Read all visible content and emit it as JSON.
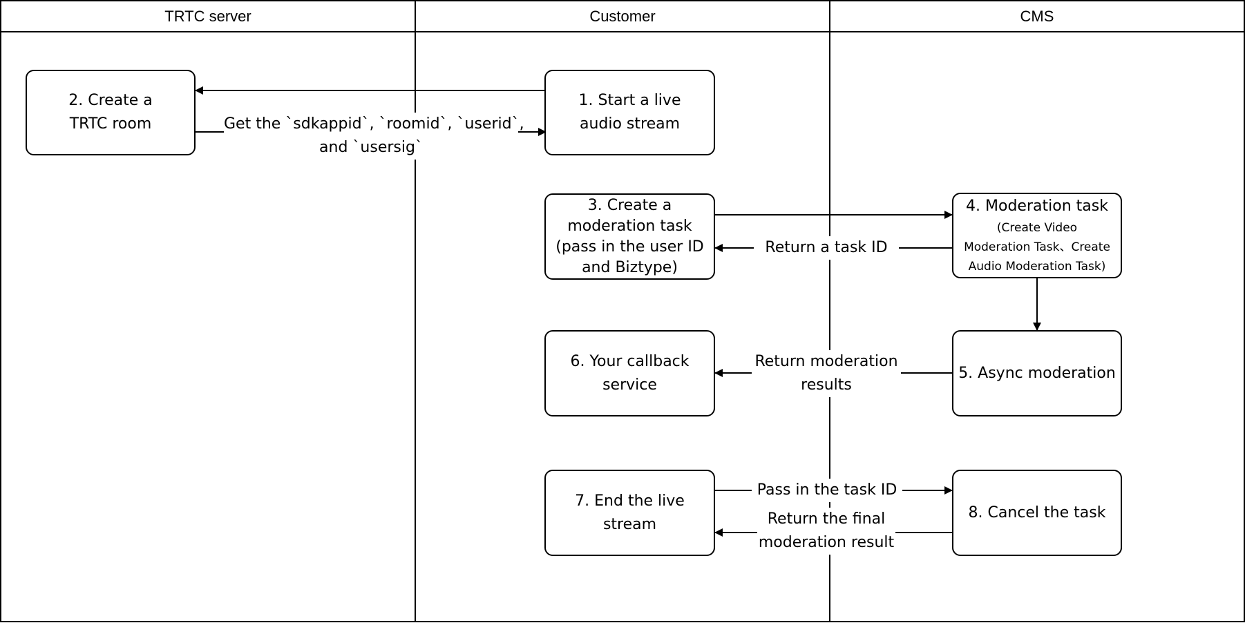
{
  "lanes": [
    "TRTC server",
    "Customer",
    "CMS"
  ],
  "steps": {
    "step1": [
      "1. Start a live",
      "audio stream"
    ],
    "step2": [
      "2. Create a",
      "TRTC room"
    ],
    "step3": [
      "3. Create a",
      "moderation task",
      "(pass in the user ID",
      "and Biztype)"
    ],
    "step4": [
      "4. Moderation task",
      "(Create Video",
      "Moderation Task、Create",
      "Audio Moderation Task)"
    ],
    "step5": [
      "5. Async moderation"
    ],
    "step6": [
      "6. Your callback",
      "service"
    ],
    "step7": [
      "7. End the live",
      "stream"
    ],
    "step8": [
      "8. Cancel the task"
    ]
  },
  "labels": {
    "credentials": [
      "Get the `sdkappid`, `roomid`, `userid`,",
      "and `usersig`"
    ],
    "task_id": "Return a task ID",
    "results": [
      "Return moderation",
      "results"
    ],
    "pass_task": "Pass in the task ID",
    "final_result": [
      "Return the final",
      "moderation result"
    ]
  },
  "colors": {
    "line": "#000000",
    "background": "#ffffff"
  }
}
